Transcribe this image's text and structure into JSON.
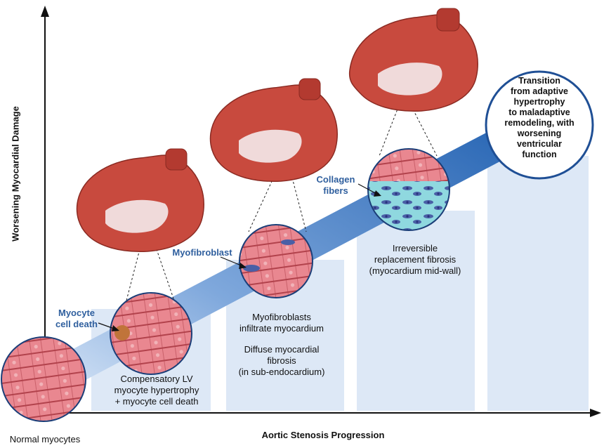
{
  "axes": {
    "y_label": "Worsening Myocardial Damage",
    "x_label": "Aortic Stenosis Progression"
  },
  "stages": [
    {
      "caption": "Normal myocytes"
    },
    {
      "callout": [
        "Myocyte",
        "cell death"
      ],
      "caption": [
        "Compensatory LV",
        "myocyte hypertrophy",
        "+ myocyte cell death"
      ]
    },
    {
      "callout": [
        "Myofibroblast"
      ],
      "caption": [
        "Myofibroblasts",
        "infiltrate myocardium",
        "",
        "Diffuse myocardial",
        "fibrosis",
        "(in sub-endocardium)"
      ]
    },
    {
      "callout": [
        "Collagen",
        "fibers"
      ],
      "caption": [
        "Irreversible",
        "replacement fibrosis",
        "(myocardium mid-wall)"
      ]
    }
  ],
  "transition": [
    "Transition",
    "from adaptive",
    "hypertrophy",
    "to maladaptive",
    "remodeling, with",
    "worsening",
    "ventricular",
    "function"
  ],
  "colors": {
    "arrow_start": "#cfe0f5",
    "arrow_end": "#1f5fb0",
    "column_fill": "#dde8f6",
    "tissue": "#e77f86",
    "tissue_line": "#b2424c",
    "heart": "#c84a3e",
    "callout_text": "#2f5f9e"
  }
}
